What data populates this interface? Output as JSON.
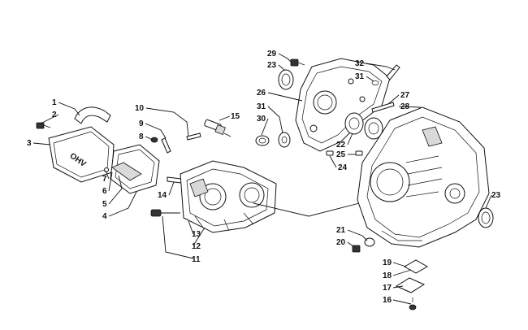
{
  "diagram": {
    "logo_text": "OHV",
    "callouts": [
      "1",
      "2",
      "3",
      "4",
      "5",
      "6",
      "7",
      "8",
      "9",
      "10",
      "11",
      "12",
      "13",
      "14",
      "15",
      "16",
      "17",
      "18",
      "19",
      "20",
      "21",
      "22",
      "23",
      "24",
      "25",
      "26",
      "27",
      "28",
      "29",
      "30",
      "31",
      "32"
    ]
  }
}
